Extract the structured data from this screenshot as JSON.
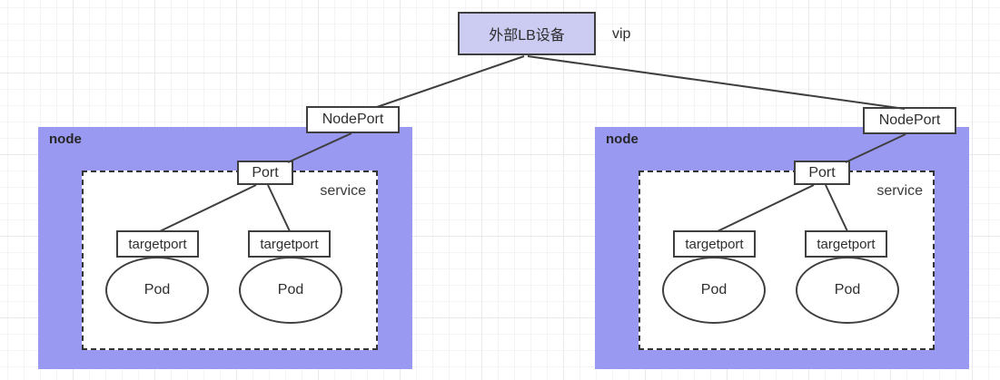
{
  "colors": {
    "node_fill": "#9999f2",
    "lb_fill": "#ccccf3",
    "box_border": "#3f3f3f",
    "edge_line": "#3f3f3f",
    "text": "#2e2e2e",
    "service_fill": "#ffffff",
    "canvas_bg": "#ffffff"
  },
  "lb": {
    "label": "外部LB设备",
    "vip_label": "vip"
  },
  "nodes": [
    {
      "label": "node",
      "nodeport_label": "NodePort",
      "service": {
        "label": "service",
        "port_label": "Port",
        "targetports": [
          "targetport",
          "targetport"
        ],
        "pods": [
          "Pod",
          "Pod"
        ]
      }
    },
    {
      "label": "node",
      "nodeport_label": "NodePort",
      "service": {
        "label": "service",
        "port_label": "Port",
        "targetports": [
          "targetport",
          "targetport"
        ],
        "pods": [
          "Pod",
          "Pod"
        ]
      }
    }
  ],
  "edges": [
    {
      "from": "external-lb",
      "to": "nodeport-left"
    },
    {
      "from": "external-lb",
      "to": "nodeport-right"
    },
    {
      "from": "nodeport-left",
      "to": "port-left"
    },
    {
      "from": "nodeport-right",
      "to": "port-right"
    },
    {
      "from": "port-left",
      "to": "targetport-left-1"
    },
    {
      "from": "port-left",
      "to": "targetport-left-2"
    },
    {
      "from": "port-right",
      "to": "targetport-right-1"
    },
    {
      "from": "port-right",
      "to": "targetport-right-2"
    }
  ]
}
